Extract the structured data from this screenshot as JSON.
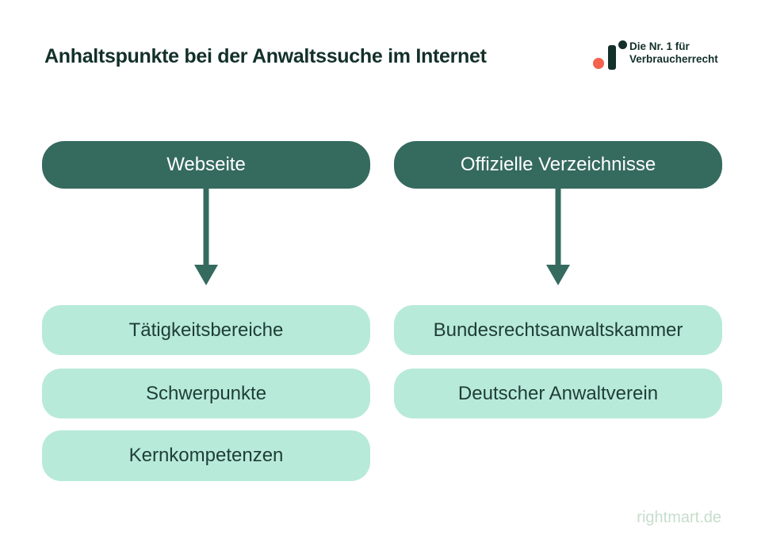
{
  "header": {
    "title": "Anhaltspunkte bei der Anwaltssuche im Internet"
  },
  "brand": {
    "tagline_line1": "Die Nr. 1 für",
    "tagline_line2": "Verbraucherrecht",
    "logo_icon": "rightmart-dot-bar-mark"
  },
  "columns": [
    {
      "header": "Webseite",
      "items": [
        "Tätigkeitsbereiche",
        "Schwerpunkte",
        "Kernkompetenzen"
      ]
    },
    {
      "header": "Offizielle Verzeichnisse",
      "items": [
        "Bundesrechtsanwaltskammer",
        "Deutscher Anwaltverein"
      ]
    }
  ],
  "footer": {
    "site": "rightmart.de"
  },
  "colors": {
    "dark_teal": "#356a5f",
    "mint": "#b8ead9",
    "text_dark": "#13302a",
    "node_text_dark": "#1e3d36",
    "coral": "#f4614d",
    "footer_green": "#c7ddcb",
    "white": "#ffffff"
  }
}
